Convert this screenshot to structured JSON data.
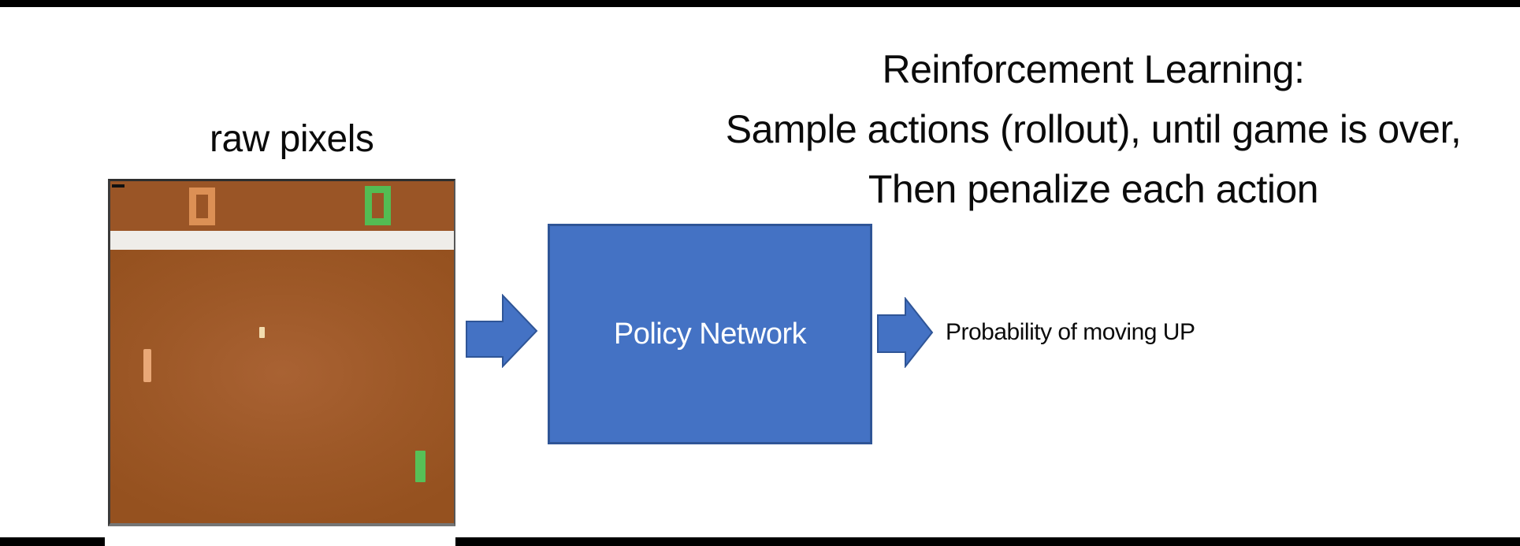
{
  "slide": {
    "title": {
      "line1": "Reinforcement Learning:",
      "line2": "Sample actions (rollout), until game is over,",
      "line3": "Then penalize each action"
    },
    "raw_pixels_label": "raw pixels",
    "policy_box": {
      "label": "Policy Network",
      "fill_color": "#4472C4",
      "border_color": "#2F5597",
      "text_color": "#FFFFFF"
    },
    "output_label": "Probability of moving UP",
    "arrow_colors": {
      "fill": "#4472C4",
      "border": "#2F5597"
    },
    "frame_bar_color": "#000000",
    "game_screen": {
      "left_score": "0",
      "right_score": "0",
      "colors": {
        "field": "#9D5827",
        "score_band": "#9A5526",
        "divider_band": "#EFEDE9",
        "left_score_digit": "#DC9055",
        "right_score_digit": "#53BC53",
        "left_paddle": "#E9A877",
        "right_paddle": "#57C057",
        "ball": "#F2DCAE",
        "frame_border": "#2e2e2e"
      }
    }
  }
}
